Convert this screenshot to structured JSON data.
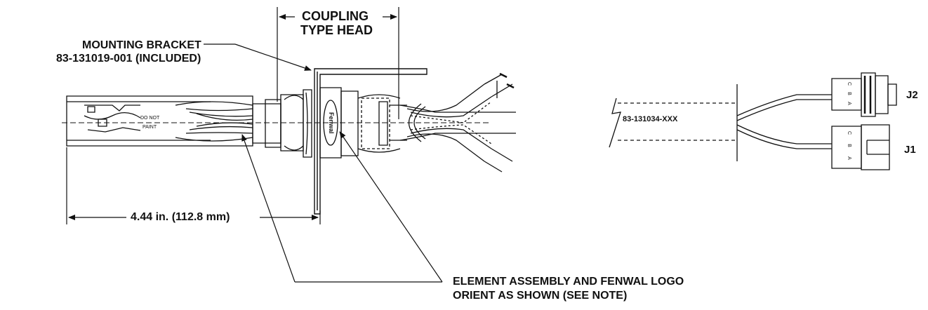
{
  "labels": {
    "coupling_line1": "COUPLING",
    "coupling_line2": "TYPE HEAD",
    "bracket_line1": "MOUNTING BRACKET",
    "bracket_line2": "83-131019-001 (INCLUDED)",
    "dimension": "4.44 in. (112.8 mm)",
    "element_line1": "ELEMENT ASSEMBLY AND FENWAL LOGO",
    "element_line2": "ORIENT AS SHOWN (SEE NOTE)",
    "do_not": "DO NOT",
    "paint": "PAINT",
    "logo_text": "Fenwal",
    "cable_part": "83-131034-XXX",
    "connector_j2": "J2",
    "connector_j1": "J1",
    "pin_c": "C",
    "pin_b": "B",
    "pin_a": "A"
  },
  "colors": {
    "line": "#111111",
    "background": "#ffffff"
  }
}
